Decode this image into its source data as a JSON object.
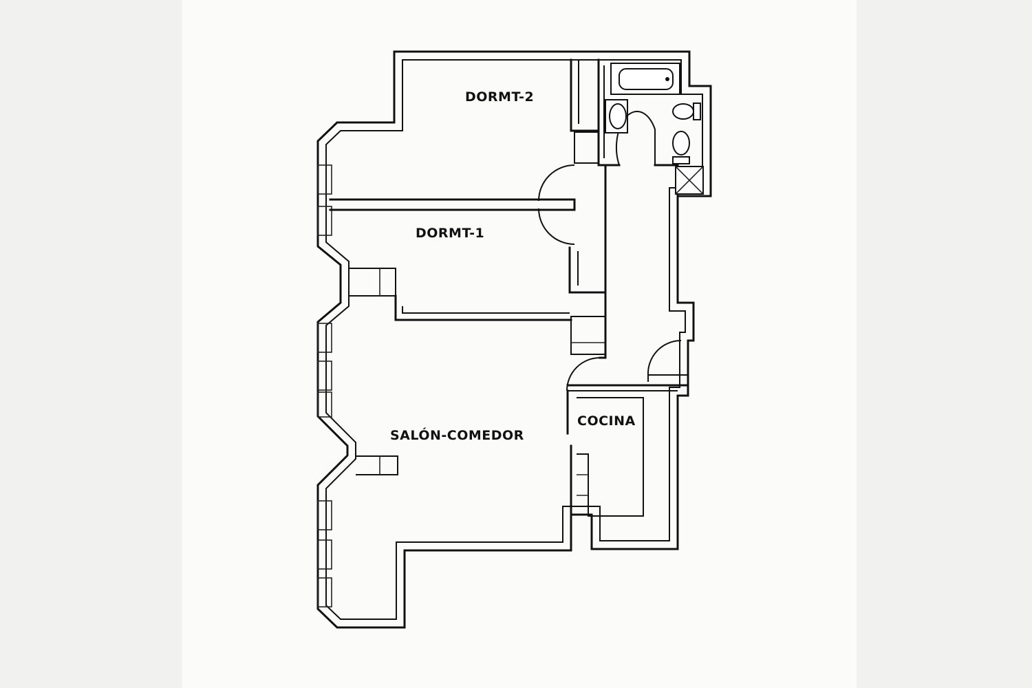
{
  "plan": {
    "rooms": [
      {
        "id": "dormt-2",
        "label": "DORMT-2"
      },
      {
        "id": "dormt-1",
        "label": "DORMT-1"
      },
      {
        "id": "salon-comedor",
        "label": "SALÓN-COMEDOR"
      },
      {
        "id": "cocina",
        "label": "COCINA"
      }
    ]
  },
  "colors": {
    "line": "#111111",
    "paper": "#fbfbfa"
  },
  "icons": [
    "bathtub-icon",
    "sink-icon",
    "bidet-icon",
    "toilet-icon",
    "shaft-icon"
  ]
}
